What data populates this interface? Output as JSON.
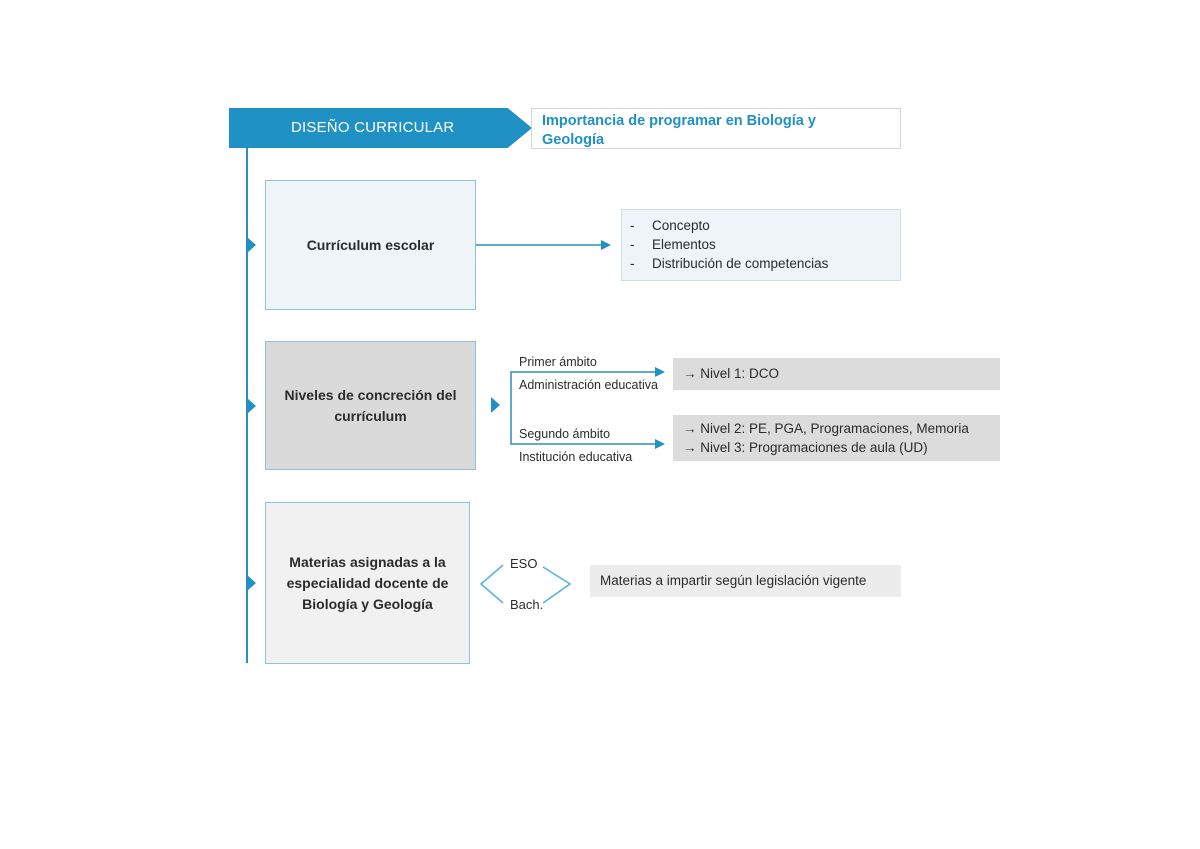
{
  "header": {
    "section_label": "DISEÑO CURRICULAR",
    "title_line1": "Importancia de programar en Biología y",
    "title_line2": "Geología"
  },
  "curriculum": {
    "label": "Currículum escolar",
    "items": [
      "Concepto",
      "Elementos",
      "Distribución de competencias"
    ],
    "bullet": "-"
  },
  "niveles": {
    "label": "Niveles de concreción del currículum",
    "primer_ambito": "Primer ámbito",
    "administracion": "Administración educativa",
    "segundo_ambito": "Segundo ámbito",
    "institucion": "Institución educativa",
    "nivel1": "→ Nivel 1: DCO",
    "nivel2": "→ Nivel 2: PE, PGA, Programaciones, Memoria",
    "nivel3": "→ Nivel 3: Programaciones de aula (UD)"
  },
  "materias": {
    "label": "Materias asignadas a la especialidad docente de Biología y Geología",
    "eso": "ESO",
    "bach": "Bach.",
    "info": "Materias a impartir según legislación vigente"
  },
  "colors": {
    "accent": "#1f91c4",
    "border": "#8cc3df",
    "gray_box": "#dcdcdc"
  }
}
